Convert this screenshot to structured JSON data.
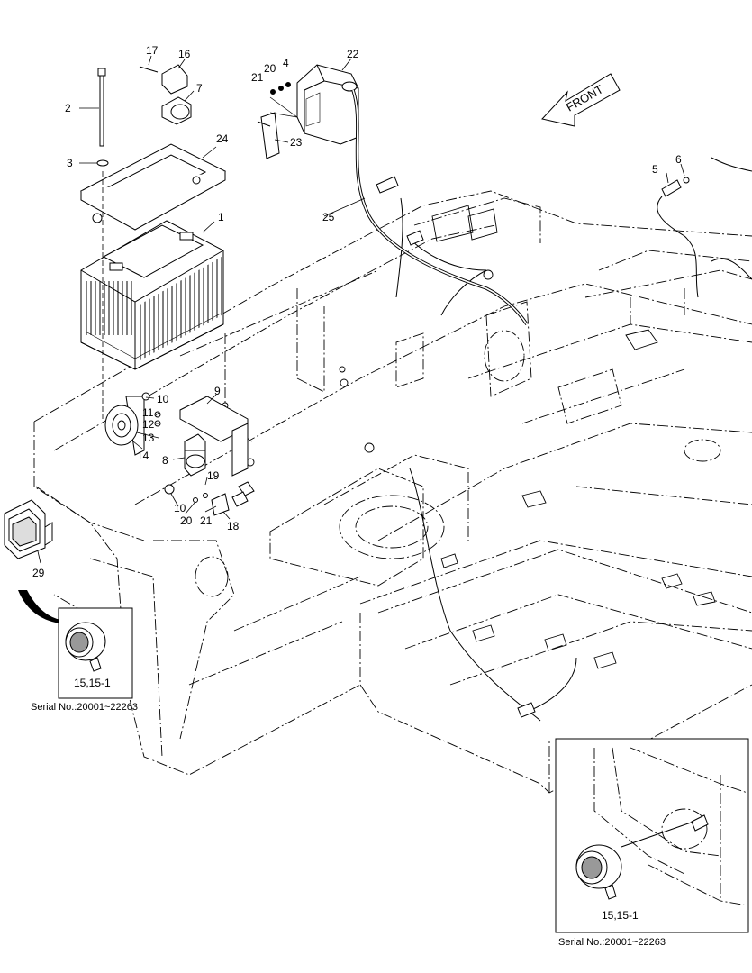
{
  "diagram": {
    "front_label": "FRONT",
    "callouts": [
      "1",
      "2",
      "3",
      "4",
      "5",
      "6",
      "7",
      "8",
      "9",
      "10",
      "10",
      "11",
      "12",
      "13",
      "14",
      "16",
      "17",
      "18",
      "19",
      "20",
      "20",
      "21",
      "21",
      "22",
      "23",
      "24",
      "25",
      "29"
    ],
    "inset_left": {
      "part_label": "15,15-1",
      "serial": "Serial No.:20001~22263"
    },
    "inset_right": {
      "part_label": "15,15-1",
      "serial": "Serial No.:20001~22263"
    }
  }
}
